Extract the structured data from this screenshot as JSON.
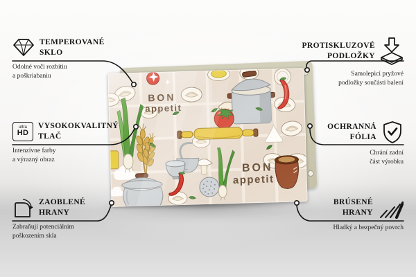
{
  "product": {
    "name": "glass kitchen board with cooking pattern",
    "board_text_front": {
      "line1": "BON",
      "line2": "appetit"
    },
    "board_text_back": {
      "line1": "BON",
      "line2": "appetit"
    },
    "pattern_items": [
      "cooking-pot",
      "kettle",
      "rolling-pin",
      "ladle",
      "bowl",
      "tomato",
      "chili-pepper",
      "mushroom",
      "wheat",
      "spring-onion",
      "dumpling-plates",
      "clay-pot",
      "flour-pile",
      "steam",
      "herb-leaves",
      "tiles"
    ],
    "colors": {
      "board_background": "#e8dbcd",
      "tile_line": "#f4ebe0",
      "pattern_text": "#6b5138",
      "back_panel": "#ccc8b1",
      "accent_line": "#151515"
    }
  },
  "features": [
    {
      "icon": "diamond-icon",
      "title1": "TEMPEROVANÉ",
      "title2": "SKLO",
      "desc1": "Odolné voči rozbitiu",
      "desc2": "a poškriabaniu"
    },
    {
      "icon": "ultra-hd-icon",
      "icon_text_top": "ultra",
      "icon_text_bottom": "HD",
      "title1": "VYSOKOKVALITNÝ",
      "title2": "TLAČ",
      "desc1": "Intenzívne farby",
      "desc2": "a výrazný obraz"
    },
    {
      "icon": "rounded-corner-icon",
      "title1": "ZAOBLENÉ",
      "title2": "HRANY",
      "desc1": "Zabraňují potenciálním",
      "desc2": "poškozením skla"
    },
    {
      "icon": "arrow-onto-pad-icon",
      "title1": "PROTISKLUZOVÉ",
      "title2": "PODLOŽKY",
      "desc1": "Samolepicí pryžové",
      "desc2": "podložky součástí balení"
    },
    {
      "icon": "shield-check-icon",
      "title1": "OCHRANNÁ",
      "title2": "FÓLIA",
      "desc1": "Chrání zadní",
      "desc2": "část výrobku"
    },
    {
      "icon": "hatch-lines-icon",
      "title1": "BRÚSENÉ",
      "title2": "HRANY",
      "desc1": "Hladký a bezpečný povrch",
      "desc2": ""
    }
  ]
}
